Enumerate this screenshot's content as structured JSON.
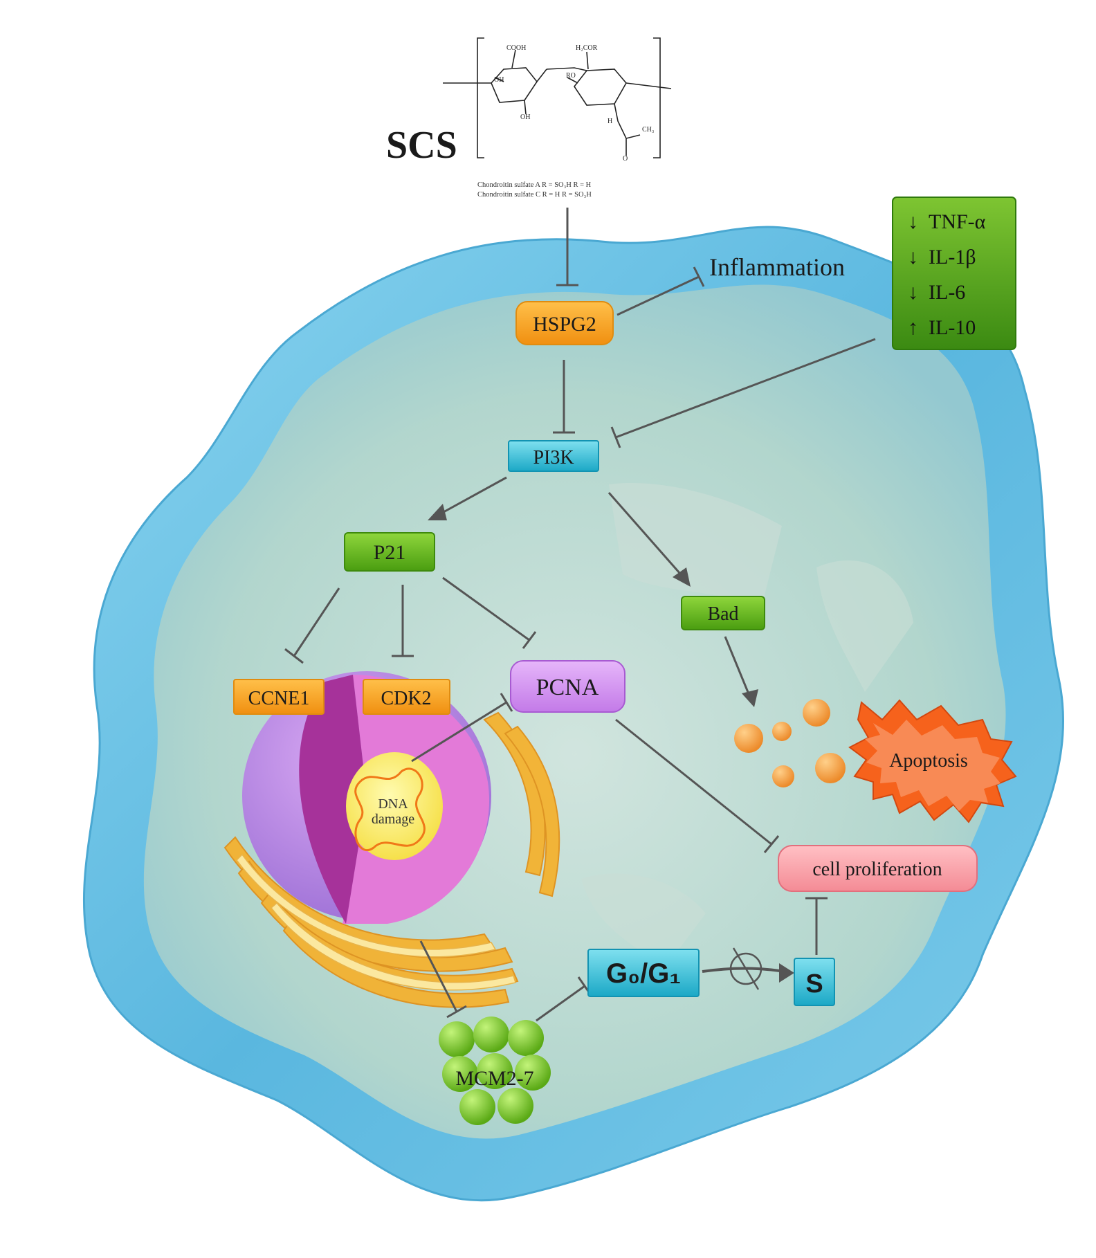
{
  "title": "SCS",
  "structure_caption": {
    "line1": "Chondroitin sulfate A    R = SO₃H       R = H",
    "line2": "Chondroitin sulfate C    R = H            R = SO₃H"
  },
  "structure_atoms": {
    "cooh": "COOH",
    "oh1": "OH",
    "oh2": "OH",
    "h2cor": "H₂COR",
    "ro": "RO",
    "hn": "H",
    "ch3": "CH₃",
    "o": "O"
  },
  "nodes": {
    "hspg2": "HSPG2",
    "pi3k": "PI3K",
    "p21": "P21",
    "bad": "Bad",
    "ccne1": "CCNE1",
    "cdk2": "CDK2",
    "pcna": "PCNA",
    "apoptosis": "Apoptosis",
    "cell_proliferation": "cell proliferation",
    "mcm": "MCM2-7",
    "dna_damage_line1": "DNA",
    "dna_damage_line2": "damage",
    "inflammation": "Inflammation",
    "g0g1": "G₀/G₁",
    "s_phase": "S"
  },
  "cytokines": [
    {
      "arrow": "↓",
      "label": "TNF-α"
    },
    {
      "arrow": "↓",
      "label": "IL-1β"
    },
    {
      "arrow": "↓",
      "label": "IL-6"
    },
    {
      "arrow": "↑",
      "label": "IL-10"
    }
  ],
  "colors": {
    "membrane": "#6fc3e6",
    "cytoplasm": "#b4d8cf",
    "orange_node": "#f7a81b",
    "cyan_node": "#3fc3da",
    "green_node": "#5fb517",
    "purple_node": "#d28cf0",
    "pink_node": "#f79aa3",
    "apoptosis_burst": "#f6621c",
    "edge": "#555555"
  }
}
